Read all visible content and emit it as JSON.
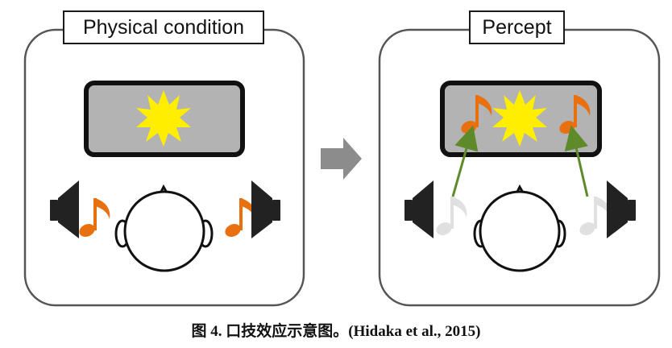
{
  "panels": {
    "left": {
      "title": "Physical condition"
    },
    "right": {
      "title": "Percept"
    }
  },
  "caption": "图 4.  口技效应示意图。(Hidaka et al., 2015)",
  "icons": {
    "screen": "rounded-gray-rectangle",
    "flash": "yellow-starburst-icon",
    "note": "music-note-icon",
    "speaker": "loudspeaker-icon",
    "head": "head-top-view-icon",
    "arrow": "right-arrow-icon",
    "perceived_arrow": "upward-arrow-icon"
  },
  "colors": {
    "panel_border": "#555555",
    "screen_fill": "#b3b3b3",
    "flash": "#ffee00",
    "note_active": "#e8700f",
    "note_faded": "#e0e0e0",
    "speaker": "#222222",
    "big_arrow": "#8c8c8c",
    "perceived_arrow": "#5f8a2a"
  }
}
